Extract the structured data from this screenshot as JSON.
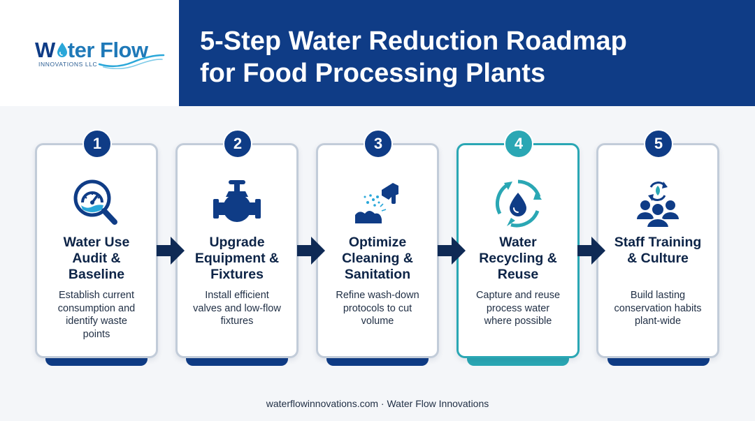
{
  "logo": {
    "word_part1": "W",
    "word_part2": "ter Flow",
    "subtitle": "INNOVATIONS LLC",
    "icon": "water-drop-icon"
  },
  "header": {
    "title": "5-Step Water Reduction Roadmap\nfor Food Processing Plants"
  },
  "steps": [
    {
      "number": "1",
      "title": "Water Use\nAudit &\nBaseline",
      "description": "Establish current\nconsumption and\nidentify waste\npoints",
      "icon": "gauge-magnifier-icon"
    },
    {
      "number": "2",
      "title": "Upgrade\nEquipment &\nFixtures",
      "description": "Install efficient\nvalves and low-flow\nfixtures",
      "icon": "valve-icon"
    },
    {
      "number": "3",
      "title": "Optimize\nCleaning &\nSanitation",
      "description": "Refine wash-down\nprotocols to cut\nvolume",
      "icon": "spray-nozzle-icon"
    },
    {
      "number": "4",
      "title": "Water\nRecycling &\nReuse",
      "description": "Capture and reuse\nprocess water\nwhere possible",
      "icon": "recycle-water-icon"
    },
    {
      "number": "5",
      "title": "Staff Training\n& Culture",
      "description": "Build lasting\nconservation habits\nplant-wide",
      "icon": "team-training-icon"
    }
  ],
  "colors": {
    "navy": "#0f3c86",
    "teal": "#2aa7b4",
    "card_border": "#c2ccd9",
    "background": "#f4f6f9"
  },
  "footer": {
    "text": "waterflowinnovations.com · Water Flow Innovations"
  }
}
